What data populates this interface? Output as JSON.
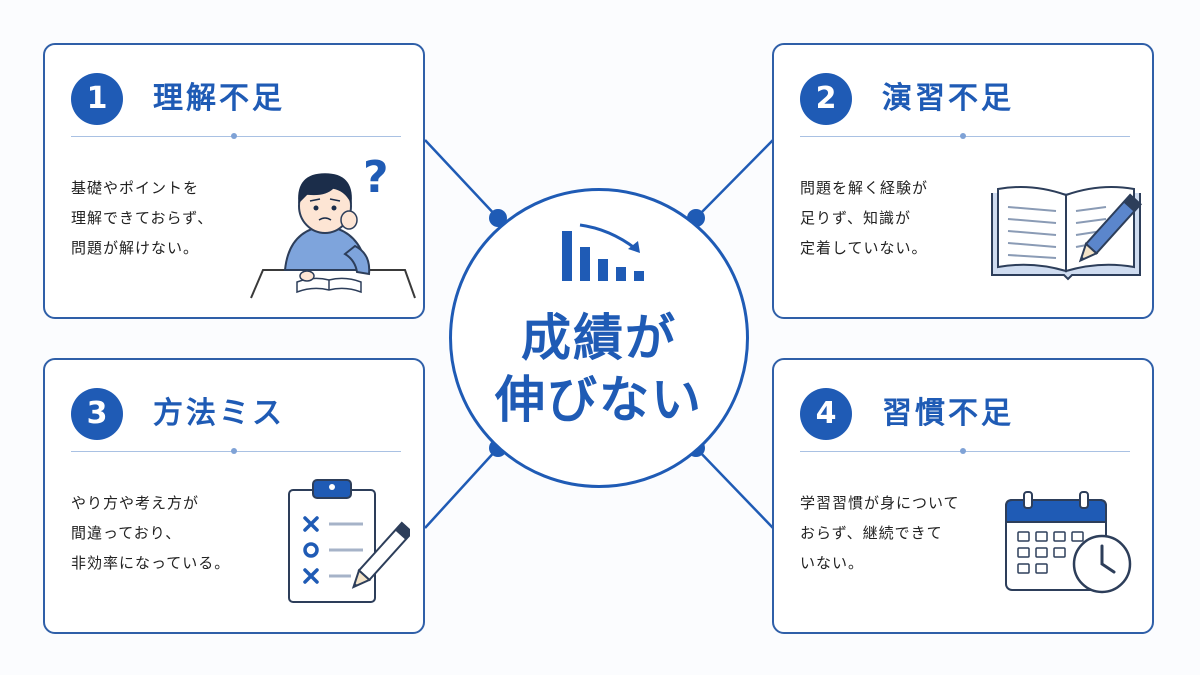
{
  "center": {
    "line1": "成績が",
    "line2": "伸びない",
    "icon": "declining-bar-chart-icon"
  },
  "colors": {
    "primary": "#1f5bb5",
    "border": "#2f5fa8",
    "light": "#cfdcf0",
    "line": "#a9c1e3"
  },
  "cards": [
    {
      "number": "1",
      "title": "理解不足",
      "lines": [
        "基礎やポイントを",
        "理解できておらず、",
        "問題が解けない。"
      ],
      "icon": "confused-student-icon"
    },
    {
      "number": "2",
      "title": "演習不足",
      "lines": [
        "問題を解く経験が",
        "足りず、知識が",
        "定着していない。"
      ],
      "icon": "open-book-pencil-icon"
    },
    {
      "number": "3",
      "title": "方法ミス",
      "lines": [
        "やり方や考え方が",
        "間違っており、",
        "非効率になっている。"
      ],
      "icon": "clipboard-checklist-icon"
    },
    {
      "number": "4",
      "title": "習慣不足",
      "lines": [
        "学習習慣が身について",
        "おらず、継続できて",
        "いない。"
      ],
      "icon": "calendar-clock-icon"
    }
  ]
}
